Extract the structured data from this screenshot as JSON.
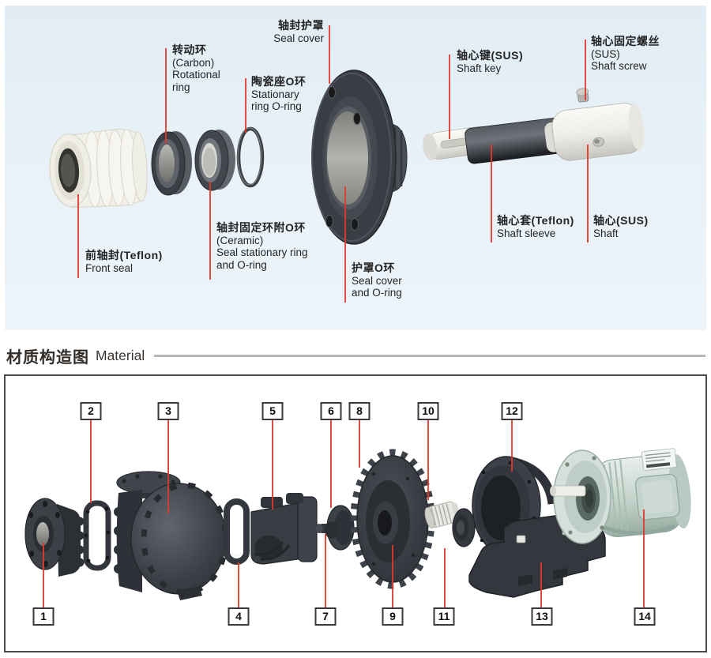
{
  "colors": {
    "panel_bg": "#e8f1f8",
    "leader_line_red": "#e03a2d",
    "part_dark": "#33363b",
    "motor_green": "#c7d6cf",
    "number_box_border": "#3a3a3a",
    "divider_line": "#bab7b3",
    "text": "#242424"
  },
  "seal_diagram": {
    "labels": [
      {
        "id": "seal-cover",
        "lines": [
          "轴封护罩",
          "Seal cover"
        ]
      },
      {
        "id": "rotational-ring",
        "lines": [
          "转动环",
          "(Carbon)",
          "Rotational",
          "ring"
        ]
      },
      {
        "id": "stationary-ring-o-ring",
        "lines": [
          "陶瓷座O环",
          "Stationary",
          "ring O-ring"
        ]
      },
      {
        "id": "shaft-key",
        "lines": [
          "轴心键(SUS)",
          "Shaft key"
        ]
      },
      {
        "id": "shaft-screw",
        "lines": [
          "轴心固定螺丝",
          "(SUS)",
          "Shaft screw"
        ]
      },
      {
        "id": "front-seal",
        "lines": [
          "前轴封(Teflon)",
          "Front seal"
        ]
      },
      {
        "id": "seal-stationary-ring",
        "lines": [
          "轴封固定环附O环",
          "(Ceramic)",
          "Seal stationary ring",
          "and O-ring"
        ]
      },
      {
        "id": "seal-cover-o-ring",
        "lines": [
          "护罩O环",
          "Seal cover",
          "and O-ring"
        ]
      },
      {
        "id": "shaft-sleeve",
        "lines": [
          "轴心套(Teflon)",
          "Shaft sleeve"
        ]
      },
      {
        "id": "shaft",
        "lines": [
          "轴心(SUS)",
          "Shaft"
        ]
      }
    ]
  },
  "material_section": {
    "title_zh": "材质构造图",
    "title_en": "Material",
    "numbers": [
      "1",
      "2",
      "3",
      "4",
      "5",
      "6",
      "7",
      "8",
      "9",
      "10",
      "11",
      "12",
      "13",
      "14"
    ]
  }
}
